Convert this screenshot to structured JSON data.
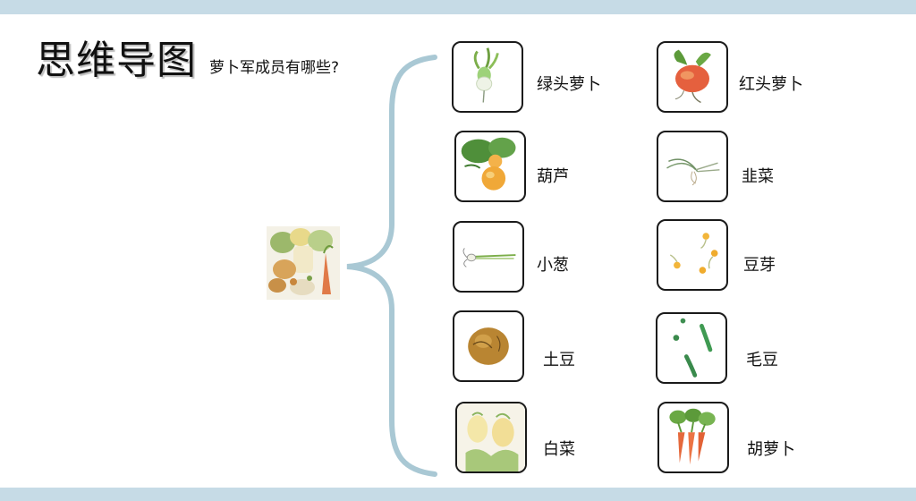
{
  "title": "思维导图",
  "question": "萝卜军成员有哪些?",
  "members": [
    {
      "label": "绿头萝卜",
      "icon": "green-radish-icon"
    },
    {
      "label": "红头萝卜",
      "icon": "red-radish-icon"
    },
    {
      "label": "葫芦",
      "icon": "gourd-icon"
    },
    {
      "label": "韭菜",
      "icon": "chives-icon"
    },
    {
      "label": "小葱",
      "icon": "scallion-icon"
    },
    {
      "label": "豆芽",
      "icon": "bean-sprout-icon"
    },
    {
      "label": "土豆",
      "icon": "potato-icon"
    },
    {
      "label": "毛豆",
      "icon": "edamame-icon"
    },
    {
      "label": "白菜",
      "icon": "cabbage-icon"
    },
    {
      "label": "胡萝卜",
      "icon": "carrot-icon"
    }
  ],
  "colors": {
    "band": "#c6dbe6",
    "brace": "#a9c8d4",
    "card_border": "#1a1a1a"
  }
}
